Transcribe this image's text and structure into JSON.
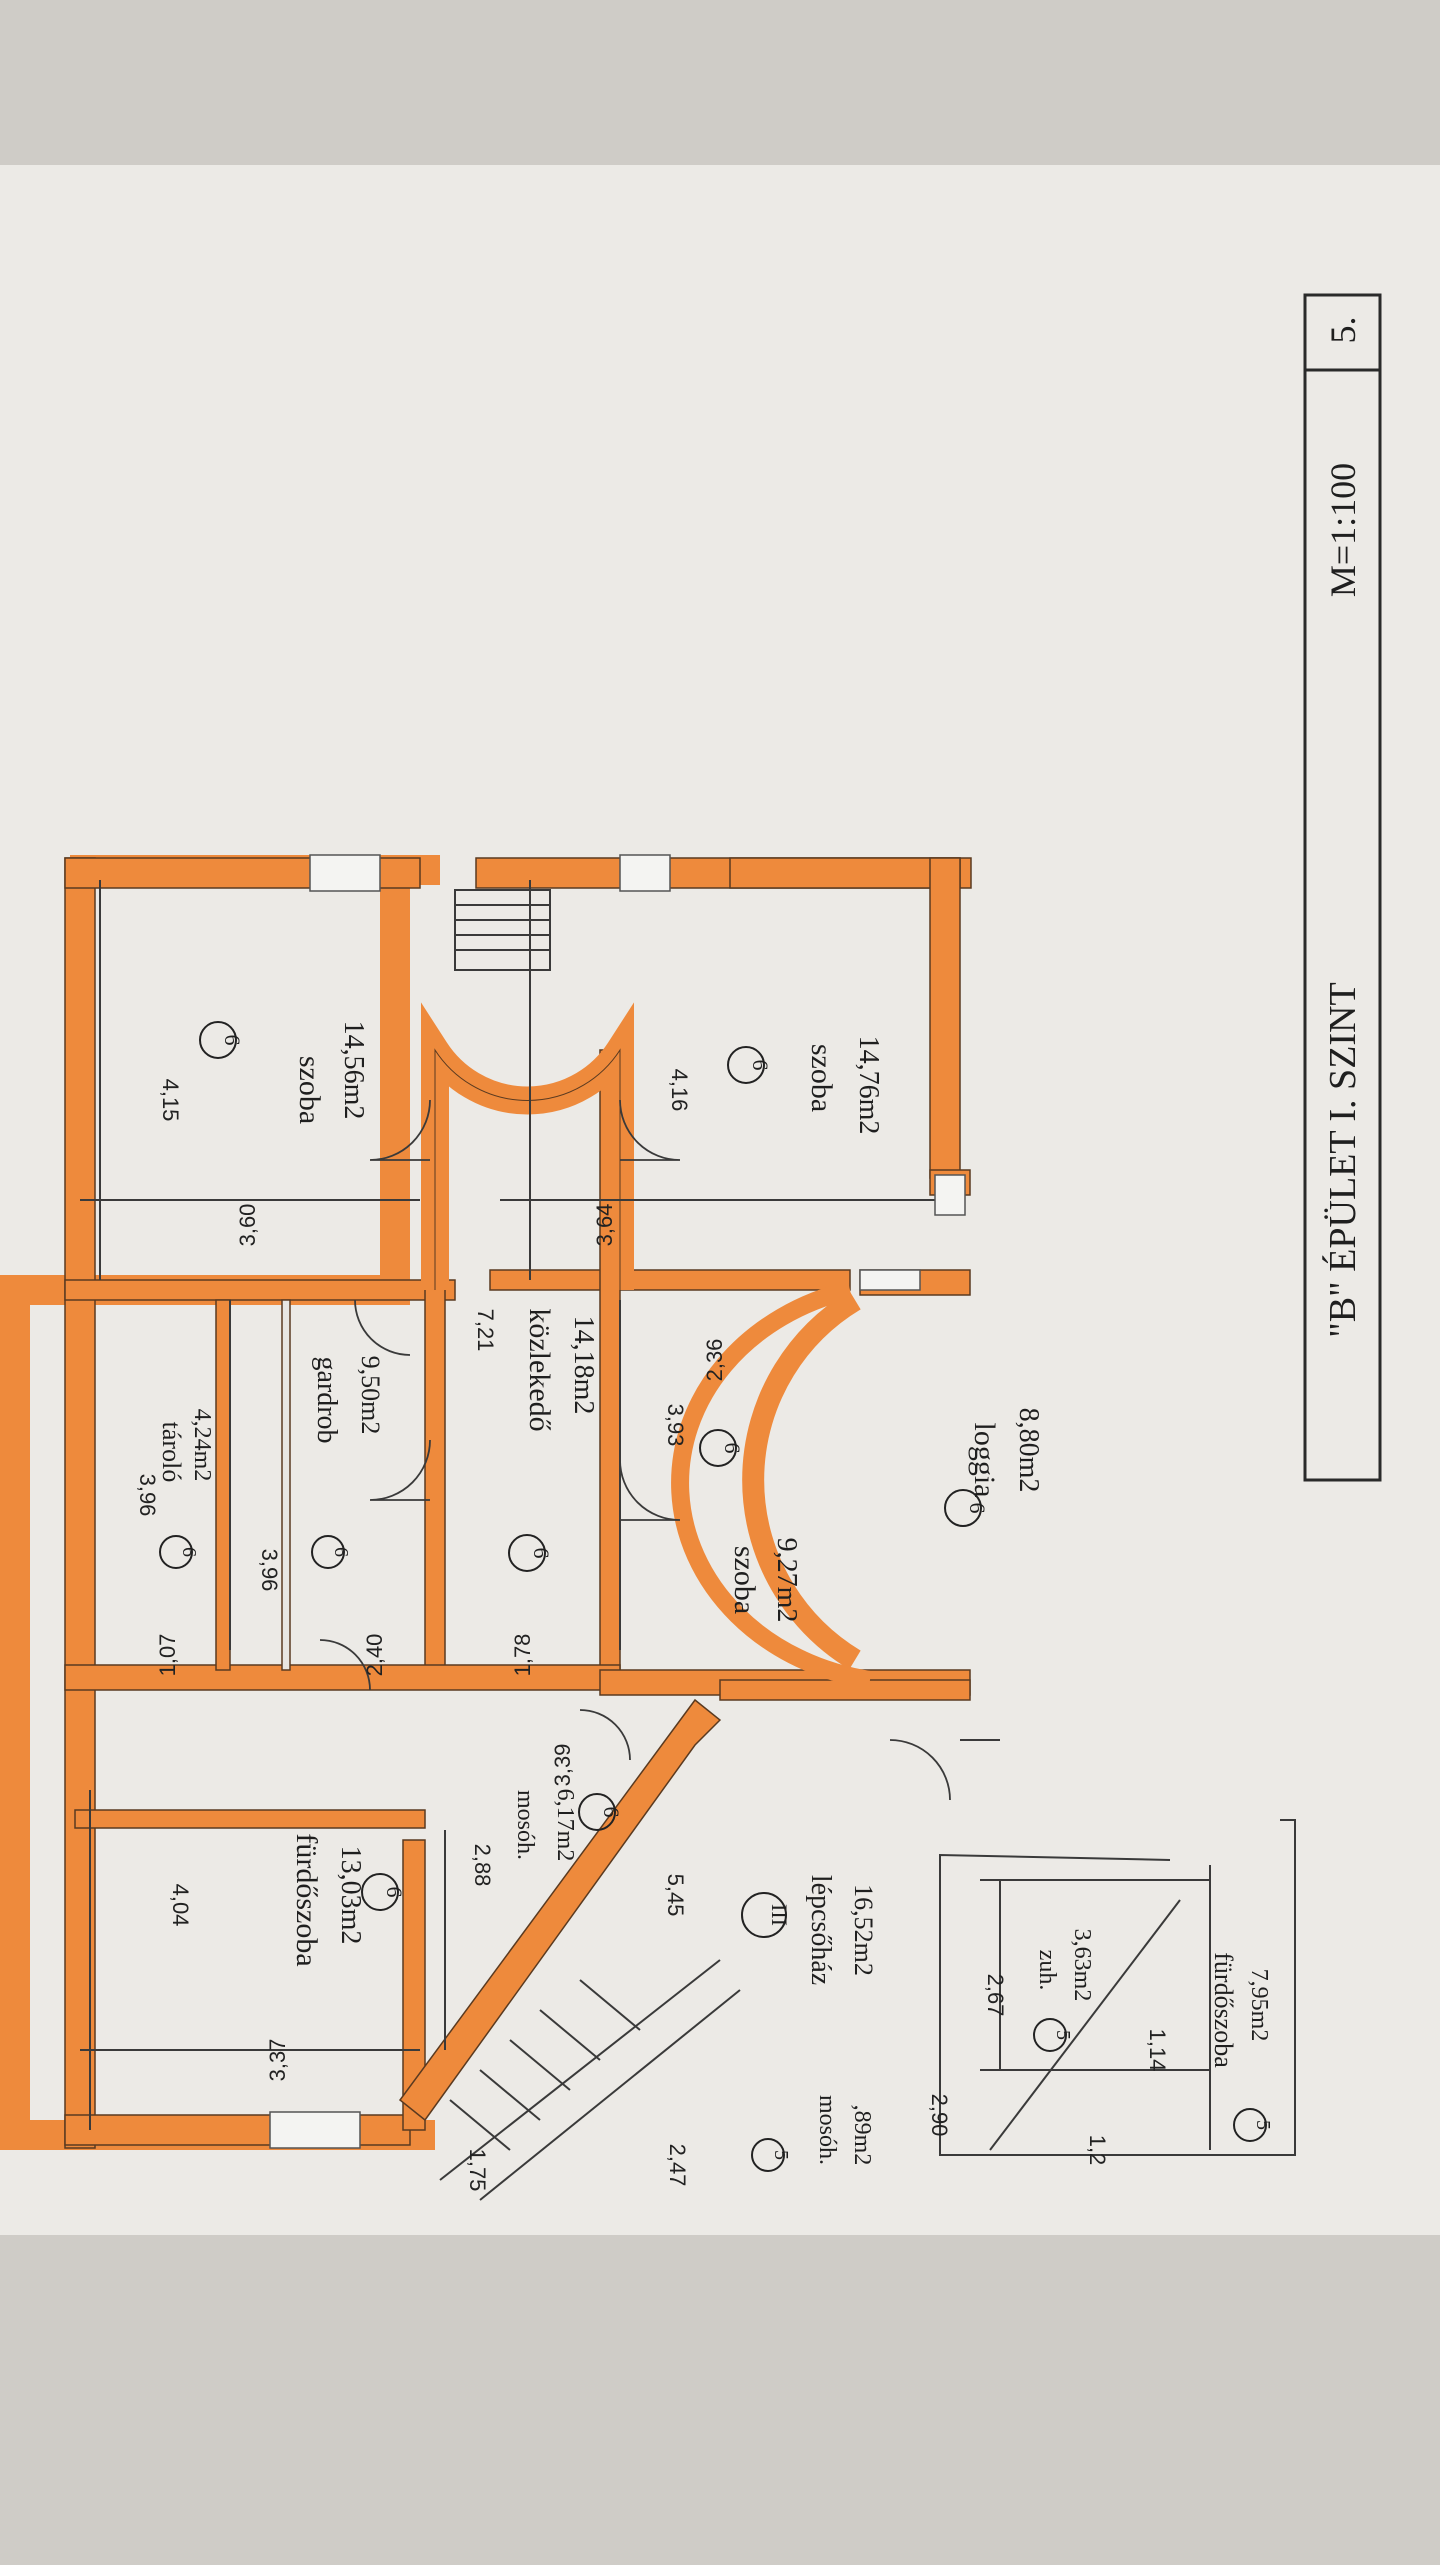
{
  "title_block": {
    "building": "\"B\" ÉPÜLET  I. SZINT",
    "scale": "M=1:100",
    "sheet": "5."
  },
  "rooms": [
    {
      "id": "szoba-a",
      "name": "szoba",
      "area": "14,56m2",
      "level": "6"
    },
    {
      "id": "szoba-b",
      "name": "szoba",
      "area": "14,76m2",
      "level": "6"
    },
    {
      "id": "kozlekedo",
      "name": "közlekedő",
      "area": "14,18m2",
      "level": "6"
    },
    {
      "id": "tarolo",
      "name": "tároló",
      "area": "4,24m2",
      "level": "6"
    },
    {
      "id": "gardrob",
      "name": "gardrob",
      "area": "9,50m2",
      "level": "6"
    },
    {
      "id": "szoba-c",
      "name": "szoba",
      "area": "9,27m2",
      "level": "6"
    },
    {
      "id": "loggia",
      "name": "loggia",
      "area": "8,80m2",
      "level": "6"
    },
    {
      "id": "moso",
      "name": "mosóh.",
      "area": "6,17m2",
      "level": "6"
    },
    {
      "id": "furdo-a",
      "name": "fürdőszoba",
      "area": "13,03m2",
      "level": "6"
    },
    {
      "id": "lepcsohaz",
      "name": "lépcsőház",
      "area": "16,52m2",
      "level": "III"
    },
    {
      "id": "zuh",
      "name": "zuh.",
      "area": "3,63m2",
      "level": "5"
    },
    {
      "id": "furdo-b",
      "name": "fürdőszoba",
      "area": "7,95m2",
      "level": "5"
    },
    {
      "id": "moso-b",
      "name": "mosóh.",
      "area": ",89m2",
      "level": "5"
    }
  ],
  "dimensions": [
    "4,15",
    "3,60",
    "4,16",
    "3,64",
    "7,21",
    "3,96",
    "3,96",
    "1,07",
    "2,40",
    "1,78",
    "3,93",
    "2,36",
    "3,39",
    "2,88",
    "5,45",
    "4,04",
    "3,37",
    "2,47",
    "2,90",
    "1,75",
    "2,67",
    "1,14",
    "1,2"
  ],
  "colors": {
    "wall": "#ee8a3c",
    "line": "#3a3a3a",
    "paper": "#eeeeec",
    "bg": "#cfccc7"
  }
}
